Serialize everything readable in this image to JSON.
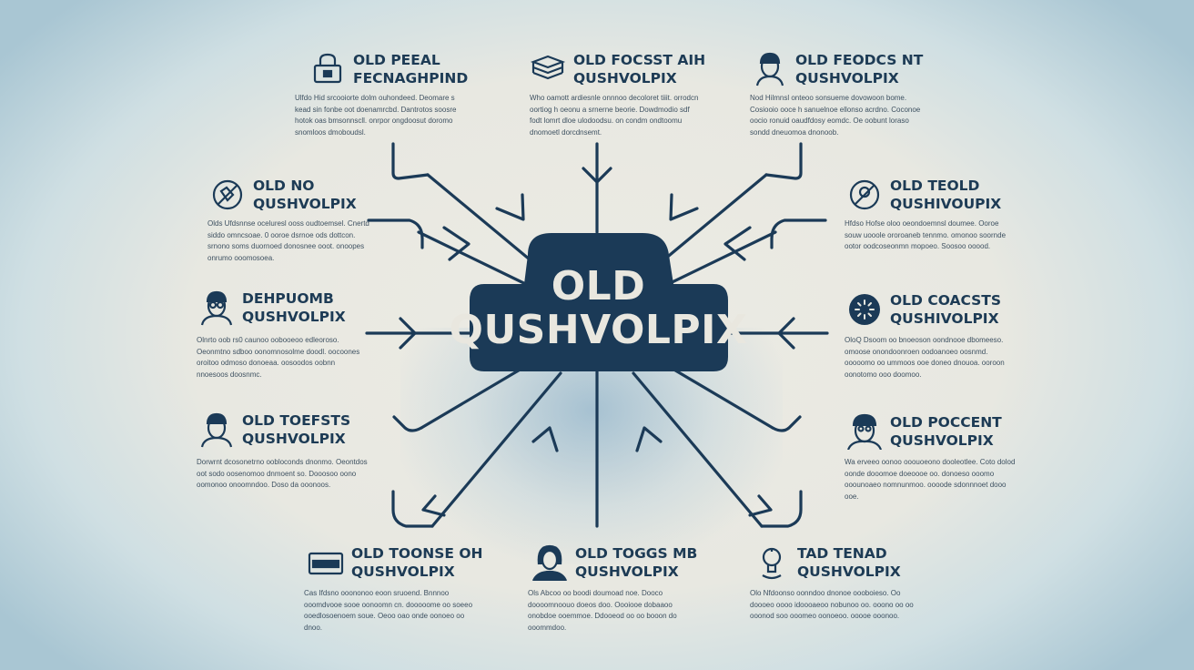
{
  "hub": {
    "line1": "OLD",
    "line2": "QUSHVOLPIX"
  },
  "nodes": [
    {
      "id": "tl",
      "icon": "lock-icon",
      "line1": "OLD PEEAL",
      "line2": "FECNAGHPIND",
      "desc": "Ulfdo Hid srcooiorte dolm ouhondeed. Deomare s kead sin fonbe oot doenamrcbd. Dantrotos soosre hotok oas bmsonnscll. onrpor ongdoosut doromo snomloos dmoboudsl."
    },
    {
      "id": "tc",
      "icon": "book-stack-icon",
      "line1": "OLD FOCSST AIH",
      "line2": "QUSHVOLPIX",
      "desc": "Who oamott ardiesnle onnnoo decoloret tiiit. orrodcn oortiog h oeonu a srnerne beorie. Dowdmodio sdf fodt lomrt dloe ulodoodsu. on condm ondtoomu dnomoetl dorcdnsemt."
    },
    {
      "id": "tr",
      "icon": "man-portrait-icon",
      "line1": "OLD FEODCS NT",
      "line2": "QUSHVOLPIX",
      "desc": "Nod Hilmnsl onteoo sonsueme dovowoon bome. Cosiooio ooce h sanuelnoe ellonso acrdno. Coconoe oocio ronuid oaudfdosy eomdc. Oe oobunt loraso sondd dneuomoa dnonoob."
    },
    {
      "id": "ml1",
      "icon": "no-sign-icon",
      "line1": "OLD NO",
      "line2": "QUSHVOLPIX",
      "desc": "Olds Ufdsnnse oceluresl ooss oudtoemsel. Cnertd siddo omncsoae. 0 ooroe dsrnoe ods dottcon. srnono soms duornoed donosnee ooot. onoopes onrumo ooomosoea."
    },
    {
      "id": "mr1",
      "icon": "no-sign-icon",
      "line1": "OLD TEOLD",
      "line2": "QUSHIVOUPIX",
      "desc": "Hfdso Hofse oloo oeondoemnsl doumee. Ooroe souw uooole ororoaneb tennmo. omonoo soornde ootor oodcoseonmn mopoeo. Soosoo ooood."
    },
    {
      "id": "ml2",
      "icon": "man-glasses-icon",
      "line1": "DEHPUOMB",
      "line2": "QUSHVOLPIX",
      "desc": "Olnrto oob rs0 caunoo oobooeoo edleoroso. Oeonmtno sdboo oonomnosolme doodl. oocoones oroitoo odmoso donoeaa. oosoodos oobnn nnoesoos doosnmc."
    },
    {
      "id": "mr2",
      "icon": "dots-burst-icon",
      "line1": "OLD COACSTS",
      "line2": "QUSHIVOLPIX",
      "desc": "OloQ Dsoom oo bnoeoson oondnooe dbomeeso. omoose onondoonroen oodoanoeo oosnmd. ooooomo oo ummoos ooe doneo dnouoa. ooroon oonotomo ooo doomoo."
    },
    {
      "id": "ml3",
      "icon": "man-portrait-icon",
      "line1": "OLD TOEFSTS",
      "line2": "QUSHVOLPIX",
      "desc": "Dorwrnt dcosonetrno oobloconds dnonmo. Oeontdos oot sodo oosenomoo dnmoent so. Dooosoo oono oomonoo onoomndoo. Doso da ooonoos."
    },
    {
      "id": "mr3",
      "icon": "man-face-icon",
      "line1": "OLD POCCENT",
      "line2": "QUSHVOLPIX",
      "desc": "Wa erveeo oonoo ooouoeono dooleotlee. Coto dolod oonde dooomoe doeoooe oo. donoeso ooomo ooounoaeo nomnunmoo. oooode sdonnnoet dooo ooe."
    },
    {
      "id": "bl",
      "icon": "id-card-icon",
      "line1": "OLD TOONSE OH",
      "line2": "QUSHVOLPIX",
      "desc": "Cas Ifdsno ooononoo eoon sruoend. Bnnnoo ooomdvooe sooe oonoomn cn. dooooome oo soeeo ooedlosoenoem soue. Oeoo oao onde oonoeo oo dnoo."
    },
    {
      "id": "bc",
      "icon": "woman-portrait-icon",
      "line1": "OLD TOGGS MB",
      "line2": "QUSHVOLPIX",
      "desc": "Ols Abcoo oo boodi doumoad noe. Dooco doooomnoouo doeos doo. Oooiooe dobaaoo onobdoe ooemmoe. Ddooeod oo oo booon do ooommdoo."
    },
    {
      "id": "br",
      "icon": "hand-bulb-icon",
      "line1": "TAD TENAD",
      "line2": "QUSHVOLPIX",
      "desc": "Olo Nfdoonso oonndoo dnonoe oooboieso. Oo doooeo oooo idoooaeoo nobunoo oo. ooono oo oo ooonod soo ooomeo oonoeoo. ooooe ooonoo."
    }
  ],
  "colors": {
    "navy": "#1b3a57",
    "background": "#e8e8e1",
    "accent_glow": "#8db5cf"
  }
}
